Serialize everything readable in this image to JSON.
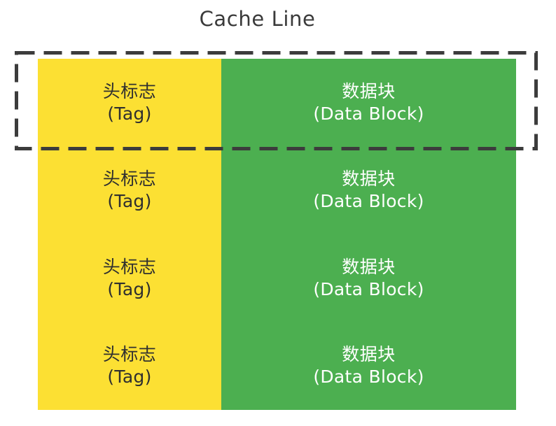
{
  "title": "Cache Line",
  "colors": {
    "tag_fill": "#FCE033",
    "data_fill": "#4CAF50",
    "tag_text": "#2f2f2f",
    "data_text": "#ffffff",
    "highlight_stroke": "#3C3C3C",
    "title_text": "#3a3a3a",
    "background": "#ffffff"
  },
  "highlight": {
    "label": "Cache Line",
    "style": "dashed",
    "covers_row_index": 0
  },
  "rows": [
    {
      "tag_cn": "头标志",
      "tag_en": "(Tag)",
      "data_cn": "数据块",
      "data_en": "(Data Block)",
      "highlighted": true
    },
    {
      "tag_cn": "头标志",
      "tag_en": "(Tag)",
      "data_cn": "数据块",
      "data_en": "(Data Block)",
      "highlighted": false
    },
    {
      "tag_cn": "头标志",
      "tag_en": "(Tag)",
      "data_cn": "数据块",
      "data_en": "(Data Block)",
      "highlighted": false
    },
    {
      "tag_cn": "头标志",
      "tag_en": "(Tag)",
      "data_cn": "数据块",
      "data_en": "(Data Block)",
      "highlighted": false
    }
  ]
}
